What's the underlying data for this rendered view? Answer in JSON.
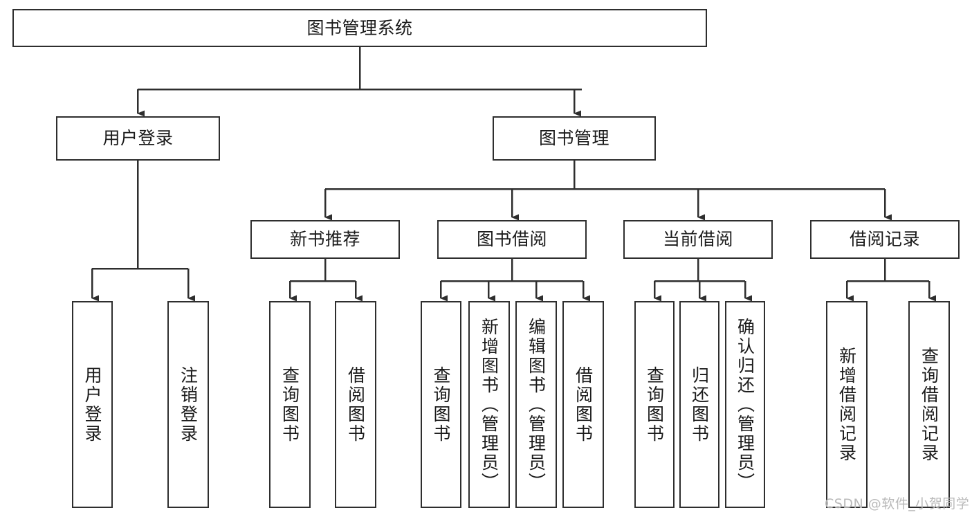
{
  "diagram": {
    "title": "图书管理系统",
    "type": "tree",
    "root": {
      "label": "图书管理系统"
    },
    "level2": [
      {
        "id": "user-login",
        "label": "用户登录"
      },
      {
        "id": "book-management",
        "label": "图书管理"
      }
    ],
    "level3": [
      {
        "id": "new-book-recommend",
        "label": "新书推荐",
        "parent": "book-management"
      },
      {
        "id": "book-borrow",
        "label": "图书借阅",
        "parent": "book-management"
      },
      {
        "id": "current-borrow",
        "label": "当前借阅",
        "parent": "book-management"
      },
      {
        "id": "borrow-record",
        "label": "借阅记录",
        "parent": "book-management"
      }
    ],
    "leaves": [
      {
        "id": "leaf-user-login",
        "label": "用户登录",
        "parent": "user-login"
      },
      {
        "id": "leaf-logout-login",
        "label": "注销登录",
        "parent": "user-login"
      },
      {
        "id": "leaf-query-book-1",
        "label": "查询图书",
        "parent": "new-book-recommend"
      },
      {
        "id": "leaf-borrow-book-1",
        "label": "借阅图书",
        "parent": "new-book-recommend"
      },
      {
        "id": "leaf-query-book-2",
        "label": "查询图书",
        "parent": "book-borrow"
      },
      {
        "id": "leaf-add-book",
        "label": "新增图书（管理员）",
        "parent": "book-borrow"
      },
      {
        "id": "leaf-edit-book",
        "label": "编辑图书（管理员）",
        "parent": "book-borrow"
      },
      {
        "id": "leaf-borrow-book-2",
        "label": "借阅图书",
        "parent": "book-borrow"
      },
      {
        "id": "leaf-query-book-3",
        "label": "查询图书",
        "parent": "current-borrow"
      },
      {
        "id": "leaf-return-book",
        "label": "归还图书",
        "parent": "current-borrow"
      },
      {
        "id": "leaf-confirm-return",
        "label": "确认归还（管理员）",
        "parent": "current-borrow"
      },
      {
        "id": "leaf-add-record",
        "label": "新增借阅记录",
        "parent": "borrow-record"
      },
      {
        "id": "leaf-query-record",
        "label": "查询借阅记录",
        "parent": "borrow-record"
      }
    ],
    "colors": {
      "stroke": "#2e2e2e",
      "fill": "#ffffff",
      "text": "#1a1a1a",
      "watermark": "#b9b9b9"
    }
  },
  "watermark": {
    "text": "CSDN @软件_小贺同学"
  }
}
